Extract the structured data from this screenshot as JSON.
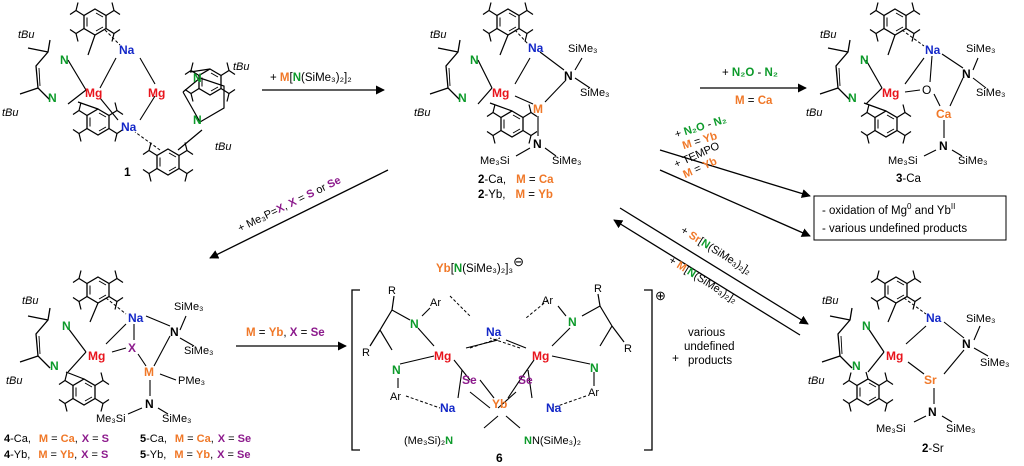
{
  "atoms": {
    "Mg": "Mg",
    "Na": "Na",
    "N": "N",
    "O": "O",
    "Se": "Se",
    "Yb": "Yb",
    "Ca": "Ca",
    "Sr": "Sr",
    "M": "M",
    "X": "X"
  },
  "groups": {
    "tBu": "tBu",
    "SiMe3": "SiMe₃",
    "Me3Si": "Me₃Si",
    "PMe3": "PMe₃",
    "R": "R",
    "Ar": "Ar",
    "Me3Si2N": "(Me₃Si)₂",
    "NSiMe32": "N(SiMe₃)₂"
  },
  "compounds": {
    "c1": "1",
    "c2": {
      "num": "2",
      "ca_line": "-Ca,",
      "yb_line": "-Yb,",
      "sep": " = ",
      "M": "M",
      "Ca": "Ca",
      "Yb": "Yb"
    },
    "c3": {
      "num": "3",
      "suffix": "-Ca"
    },
    "c2sr": {
      "num": "2",
      "suffix": "-Sr"
    },
    "c6": "6",
    "c4_5": {
      "num4": "4",
      "num5": "5",
      "ca": "-Ca,",
      "yb": "-Yb,",
      "M": "M",
      "X": "X",
      "eq": " = ",
      "comma": ",",
      "Ca": "Ca",
      "Yb": "Yb",
      "S": "S",
      "Se": "Se"
    }
  },
  "reagents": {
    "r1": {
      "plus": "+ ",
      "M": "M",
      "lb": "[",
      "N": "N",
      "rest": "(SiMe₃)₂]₂"
    },
    "r2": {
      "plus": "+ Me₃P=",
      "X": "X",
      "comma": ", ",
      "X2": "X",
      "eq": " = ",
      "S": "S",
      "or": " or ",
      "Se": "Se"
    },
    "r3": {
      "plus": "+ ",
      "N2O": "N₂O",
      "minus": " - ",
      "N2": "N₂",
      "M": "M",
      "eq": " = ",
      "Ca": "Ca"
    },
    "r4": {
      "plus": "+ ",
      "N2O": "N₂O",
      "minus": " - ",
      "N2": "N₂",
      "M": "M",
      "eq": " = ",
      "Yb": "Yb"
    },
    "r5": {
      "text": "+ TEMPO",
      "M": "M",
      "eq": " = ",
      "Yb": "Yb"
    },
    "r6": {
      "plus": "+ ",
      "Sr": "Sr",
      "lb": "[",
      "N": "N",
      "rest": "(SiMe₃)₂]₂"
    },
    "r7": {
      "plus": "+ ",
      "M": "M",
      "lb": "[",
      "N": "N",
      "rest": "(SiMe₃)₂]₂"
    },
    "r8": {
      "M": "M",
      "eq": " = ",
      "Yb": "Yb",
      "comma": ", ",
      "X": "X",
      "eq2": " = ",
      "Se": "Se"
    }
  },
  "anion": {
    "Yb": "Yb",
    "lb": "[",
    "N": "N",
    "rest": "(SiMe₃)₂]₃",
    "charge": "⊖"
  },
  "cation_charge": "⊕",
  "side_products": {
    "plus": "+",
    "lines": [
      "various",
      "undefined",
      "products"
    ]
  },
  "box": {
    "line1_prefix": "- oxidation of Mg",
    "sup0": "0",
    "line1_mid": " and Yb",
    "supII": "II",
    "line2": "- various undefined products"
  },
  "colors": {
    "Mg": "#e8141c",
    "Na": "#1428c8",
    "N": "#0c9a2a",
    "M": "#f07828",
    "X": "#8c1a8c",
    "black": "#000000"
  }
}
